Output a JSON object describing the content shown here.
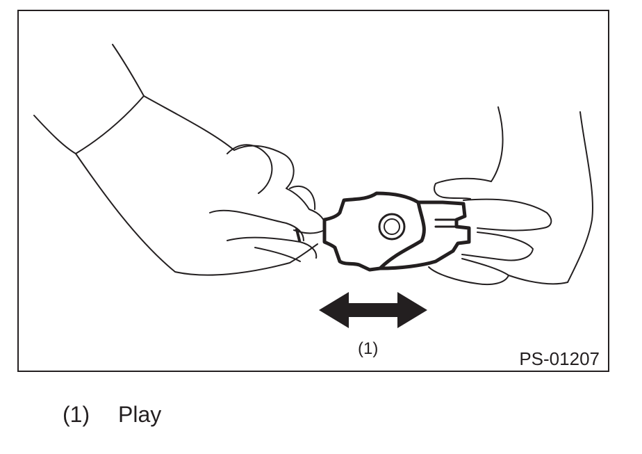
{
  "figure": {
    "callout_label": "(1)",
    "figure_id": "PS-01207",
    "line_color": "#231f20"
  },
  "legend": [
    {
      "number": "(1)",
      "text": "Play"
    }
  ]
}
